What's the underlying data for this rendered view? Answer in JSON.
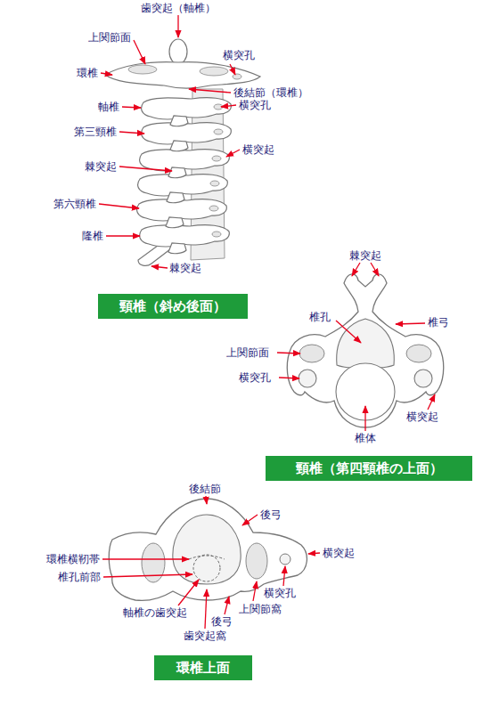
{
  "diagram": {
    "nodes": [
      {
        "text": [
          "頸椎（斜め後面）"
        ]
      },
      {
        "text": [
          "頸椎（第四頸椎の上面）"
        ]
      },
      {
        "text": [
          "環椎上面"
        ]
      }
    ],
    "labels": [
      "歯突起（軸椎）",
      "上関節面",
      "横突孔",
      "環椎",
      "後結節（環椎）",
      "軸椎",
      "横突孔",
      "第三頸椎",
      "横突起",
      "棘突起",
      "第六頸椎",
      "隆椎",
      "棘突起",
      "棘突起",
      "椎孔",
      "椎弓",
      "上関節面",
      "横突孔",
      "横突起",
      "椎体",
      "後結節",
      "後弓",
      "環椎横靭帯",
      "横突起",
      "椎孔前部",
      "横突孔",
      "軸椎の歯突起",
      "上関節窩",
      "後弓",
      "歯突起窩"
    ]
  }
}
